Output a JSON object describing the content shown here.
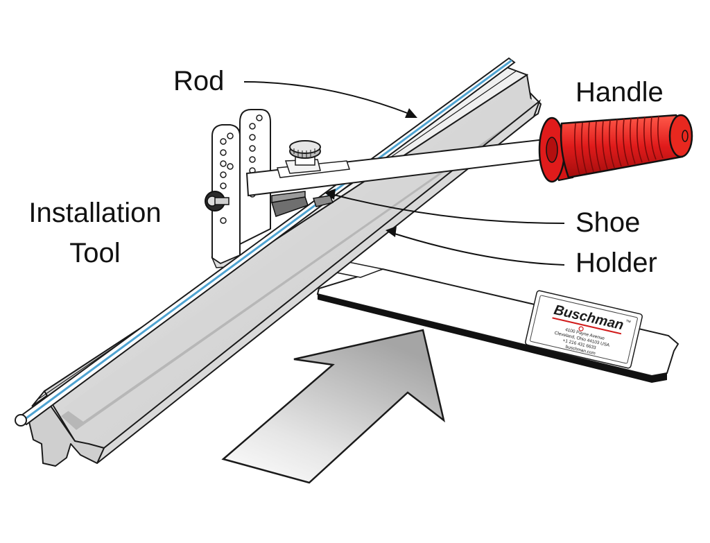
{
  "labels": {
    "rod": "Rod",
    "handle": "Handle",
    "shoe": "Shoe",
    "holder": "Holder",
    "installation_tool_line1": "Installation",
    "installation_tool_line2": "Tool"
  },
  "badge": {
    "brand": "Buschman",
    "trademark": "™",
    "address_line1": "4100 Payne Avenue",
    "address_line2": "Cleveland, Ohio 44103 USA",
    "phone": "+1 216 431 6633",
    "website": "buschman.com"
  },
  "colors": {
    "handle_red": "#e01b1b",
    "rod_blue": "#4fa3d1",
    "steel_light": "#e6e6e6",
    "steel_mid": "#bdbdbd",
    "steel_dark": "#8f8f8f",
    "brand_red": "#d11a1a",
    "arrow_light": "#f4f4f4",
    "arrow_dark": "#a5a5a5"
  }
}
